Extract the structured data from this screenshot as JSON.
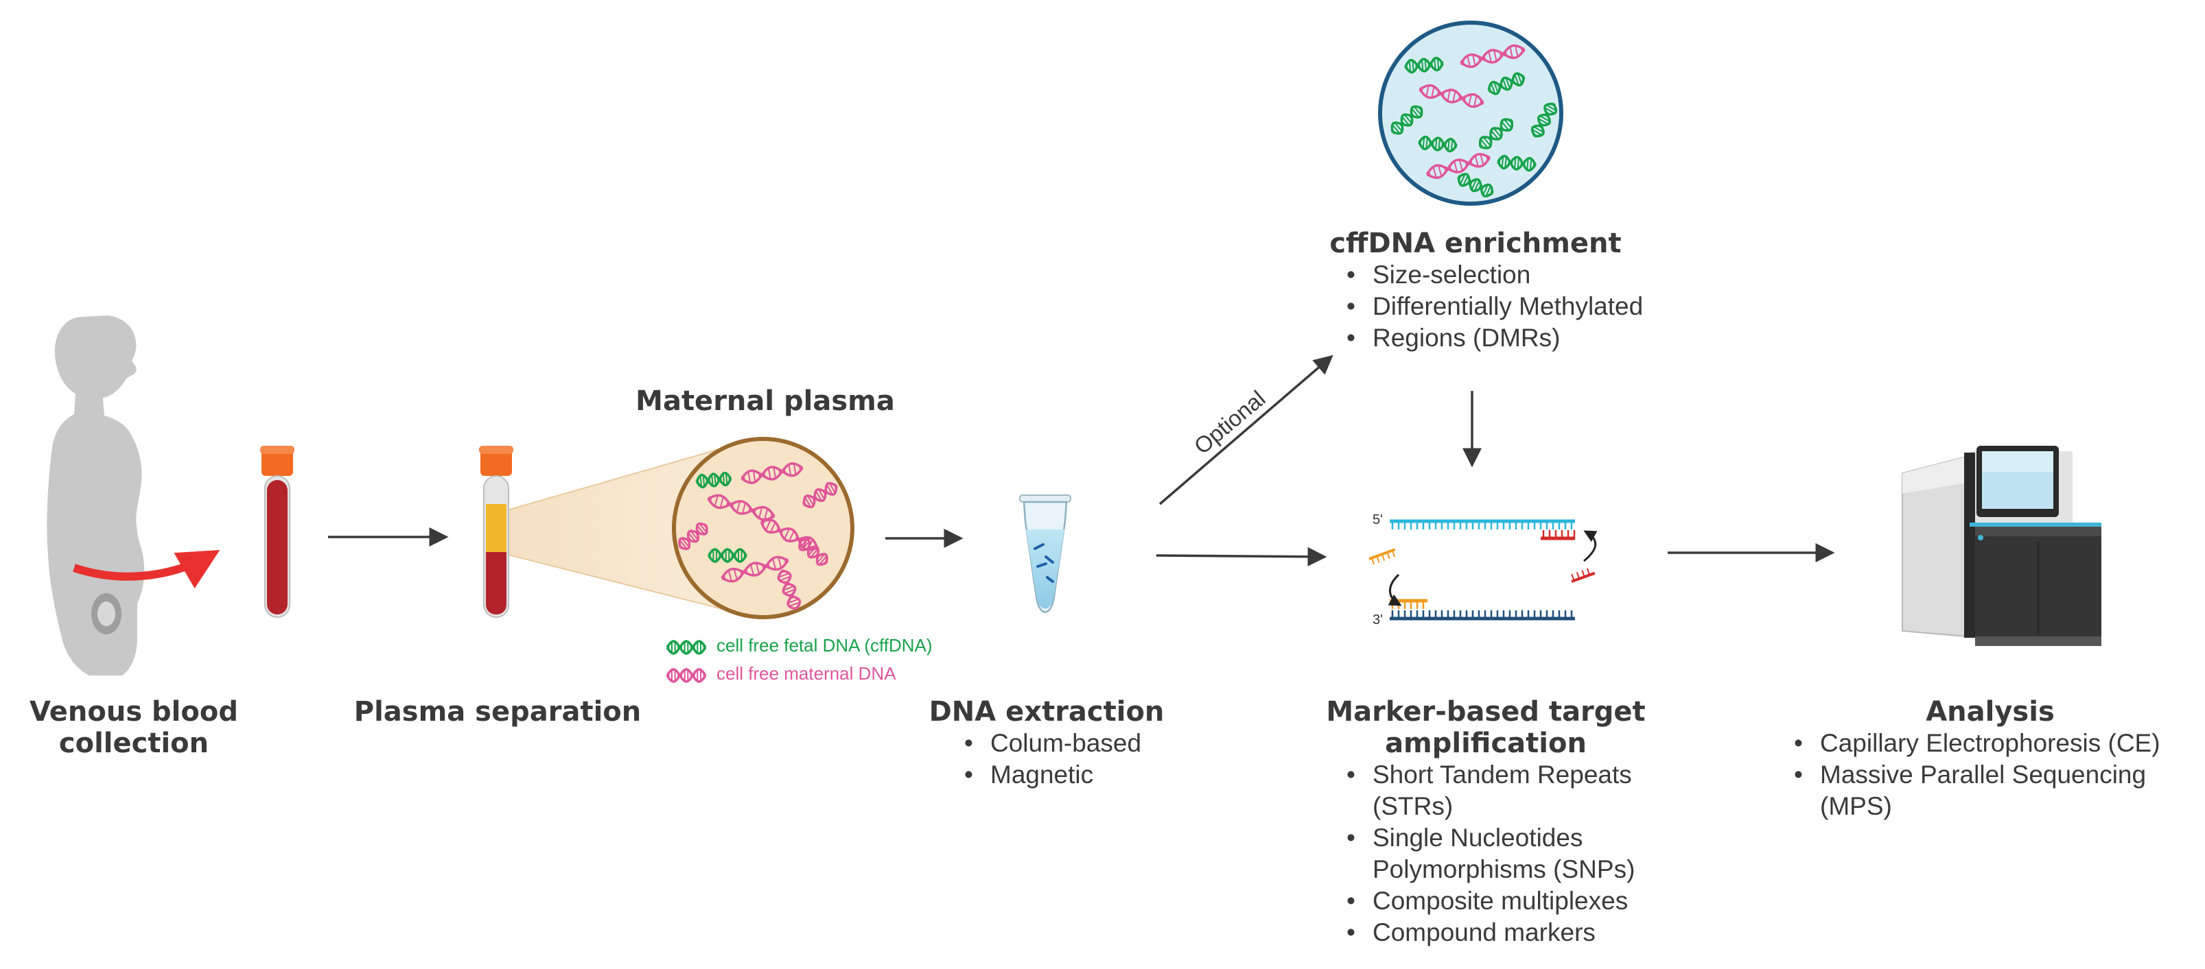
{
  "steps": {
    "venous": {
      "title_line1": "Venous blood",
      "title_line2": "collection"
    },
    "plasma_sep": {
      "title": "Plasma separation"
    },
    "maternal_plasma": {
      "title": "Maternal plasma",
      "legend": [
        {
          "label": "cell free fetal DNA (cffDNA)",
          "color": "#17a34a"
        },
        {
          "label": "cell free maternal DNA",
          "color": "#e0559a"
        }
      ]
    },
    "extraction": {
      "title": "DNA extraction",
      "items": [
        "Colum-based",
        "Magnetic"
      ]
    },
    "optional_label": "Optional",
    "enrichment": {
      "title": "cffDNA enrichment",
      "items": [
        "Size-selection",
        "Differentially Methylated",
        "Regions (DMRs)"
      ]
    },
    "amplification": {
      "title_line1": "Marker-based target",
      "title_line2": "amplification",
      "items": [
        [
          "Short Tandem Repeats",
          "(STRs)"
        ],
        [
          "Single Nucleotides",
          "Polymorphisms (SNPs)"
        ],
        [
          "Composite multiplexes"
        ],
        [
          "Compound markers"
        ]
      ],
      "strand_5": "5'",
      "strand_3": "3'"
    },
    "analysis": {
      "title": "Analysis",
      "items": [
        [
          "Capillary Electrophoresis (CE)"
        ],
        [
          "Massive Parallel Sequencing",
          "(MPS)"
        ]
      ]
    }
  },
  "colors": {
    "fetal_dna": "#17a34a",
    "maternal_dna": "#e0559a",
    "blood": "#b3232a",
    "cap": "#f26b21",
    "plasma": "#f2b82b",
    "arrow": "#3a3a3a",
    "red_arrow": "#e8312f",
    "circle_border": "#9b6a2d",
    "primer_cyan": "#2ab7dc",
    "primer_navy": "#1f4f7a"
  }
}
